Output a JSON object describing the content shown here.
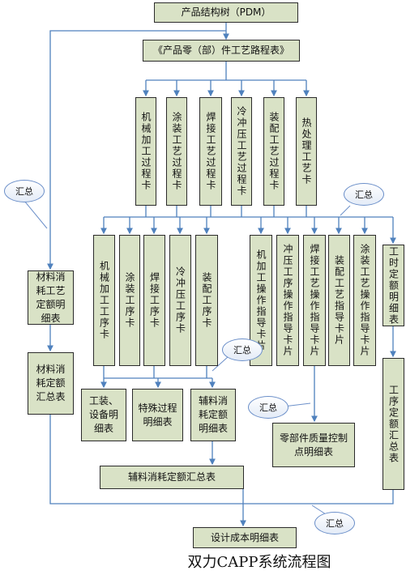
{
  "nodes": {
    "pdm": "产品结构树（PDM）",
    "route": "《产品零（部）件工艺路程表》",
    "proc_machining": "机械加工过程卡",
    "proc_painting": "涂装工艺过程卡",
    "proc_welding": "焊接工艺过程卡",
    "proc_stamping": "冷冲压工艺过程卡",
    "proc_assembly": "装配工艺过程卡",
    "proc_heat": "热处理工艺卡",
    "seq_machining": "机械加工工序卡",
    "seq_painting": "涂装工序卡",
    "seq_welding": "焊接工序卡",
    "seq_stamping": "冷冲压工序卡",
    "seq_assembly": "装配工序卡",
    "op_machining": "机加工操作指导卡片",
    "op_stamping": "冲压工序操作指导卡片",
    "op_welding": "焊接工艺操作指导卡片",
    "op_assembly": "装配工艺指导卡片",
    "op_painting": "涂装工艺操作指导卡片",
    "worktime_detail": "工时定额明细表",
    "worktime_summary": "工序定额汇总表",
    "material_detail": "材料消耗工艺定额明细表",
    "material_summary": "材料消耗定额汇总表",
    "tooling": "工装、设备明细表",
    "special": "特殊过程明细表",
    "aux_detail": "辅料消耗定额明细表",
    "quality": "零部件质量控制点明细表",
    "aux_summary": "辅料消耗定额汇总表",
    "cost": "设计成本明细表"
  },
  "bubbles": {
    "summary": "汇总"
  },
  "caption": "双力CAPP系统流程图",
  "colors": {
    "box_fill": "#d9e2c6",
    "connector": "#4f81bd",
    "border": "#2b2b2b"
  }
}
